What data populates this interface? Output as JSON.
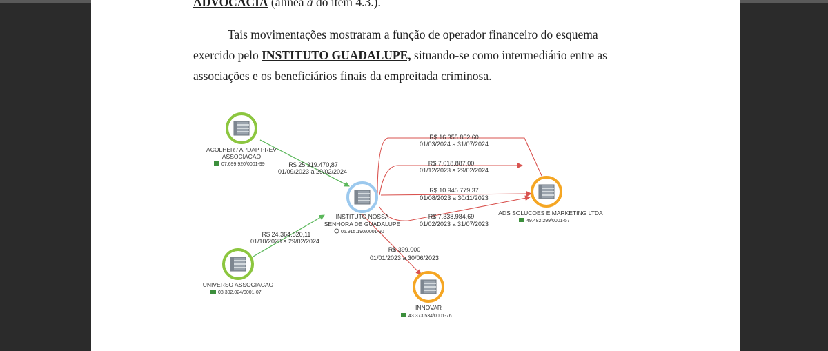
{
  "document": {
    "top_line": {
      "bold_underlined": "ADVOCACIA",
      "rest_prefix": " (alínea ",
      "rest_italic": "a",
      "rest_suffix": " do item 4.3.)."
    },
    "paragraph": {
      "line1": "Tais movimentações mostraram a função de operador financeiro do esquema",
      "line2_prefix": "exercido pelo ",
      "line2_emphasis": "INSTITUTO GUADALUPE,",
      "line2_suffix": " situando-se como intermediário entre as",
      "line3": "associações e os beneficiários finais da empreitada criminosa."
    }
  },
  "diagram": {
    "nodes": [
      {
        "id": "acolher",
        "label1": "ACOLHER / APDAP PREV",
        "label2": "ASSOCIACAO",
        "cnpj": "07.699.920/0001-99",
        "color": "#8cc63f"
      },
      {
        "id": "universo",
        "label1": "UNIVERSO ASSOCIACAO",
        "label2": "",
        "cnpj": "08.302.024/0001-07",
        "color": "#8cc63f"
      },
      {
        "id": "instituto",
        "label1": "INSTITUTO NOSSA",
        "label2": "SENHORA DE GUADALUPE",
        "cnpj": "05.915.190/0001-90",
        "color": "#9cc9ee"
      },
      {
        "id": "ads",
        "label1": "ADS SOLUCOES E MARKETING LTDA",
        "label2": "",
        "cnpj": "49.482.299/0001-57",
        "color": "#f5a623"
      },
      {
        "id": "innovar",
        "label1": "INNOVAR",
        "label2": "",
        "cnpj": "43.373.534/0001-76",
        "color": "#f5a623"
      }
    ],
    "edges": [
      {
        "amount": "R$ 25.319.470,87",
        "period": "01/09/2023 a 29/02/2024"
      },
      {
        "amount": "R$ 24.364.820,11",
        "period": "01/10/2023 a 29/02/2024"
      },
      {
        "amount": "R$ 16.355.852,60",
        "period": "01/03/2024 a 31/07/2024"
      },
      {
        "amount": "R$ 7.018.887,00",
        "period": "01/12/2023 a 29/02/2024"
      },
      {
        "amount": "R$ 10.945.779,37",
        "period": "01/08/2023 a 30/11/2023"
      },
      {
        "amount": "R$ 7.338.984,69",
        "period": "01/02/2023 a 31/07/2023"
      },
      {
        "amount": "R$ 399.000",
        "period": "01/01/2023 a 30/06/2023"
      }
    ],
    "colors": {
      "inflow_edge": "#5cb85c",
      "outflow_edge": "#d9534f"
    }
  }
}
